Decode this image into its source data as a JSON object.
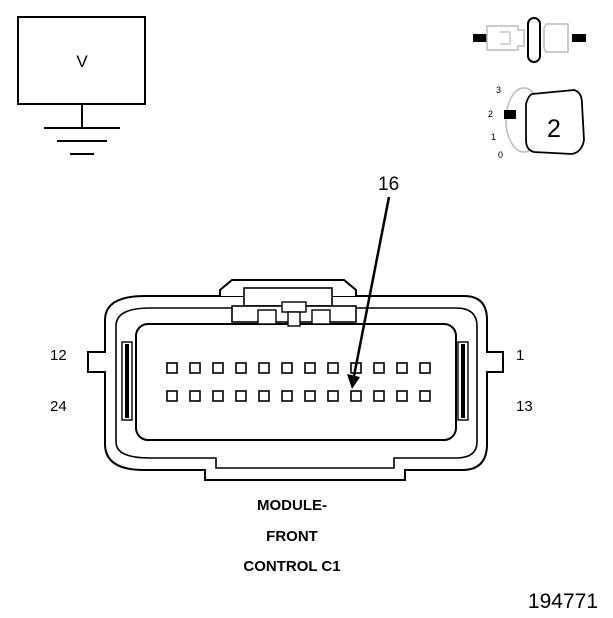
{
  "voltmeter": {
    "symbol": "V"
  },
  "key_position": {
    "positions": [
      "3",
      "2",
      "1",
      "0"
    ],
    "selected": "2"
  },
  "callout": {
    "pin_number": "16"
  },
  "connector": {
    "rows": 2,
    "pins_per_row": 12,
    "highlighted_pin": "16",
    "corner_labels": {
      "top_left": "12",
      "top_right": "1",
      "bottom_left": "24",
      "bottom_right": "13"
    }
  },
  "caption": {
    "line1": "MODULE-",
    "line2": "FRONT",
    "line3": "CONTROL C1"
  },
  "figure_id": "194771"
}
